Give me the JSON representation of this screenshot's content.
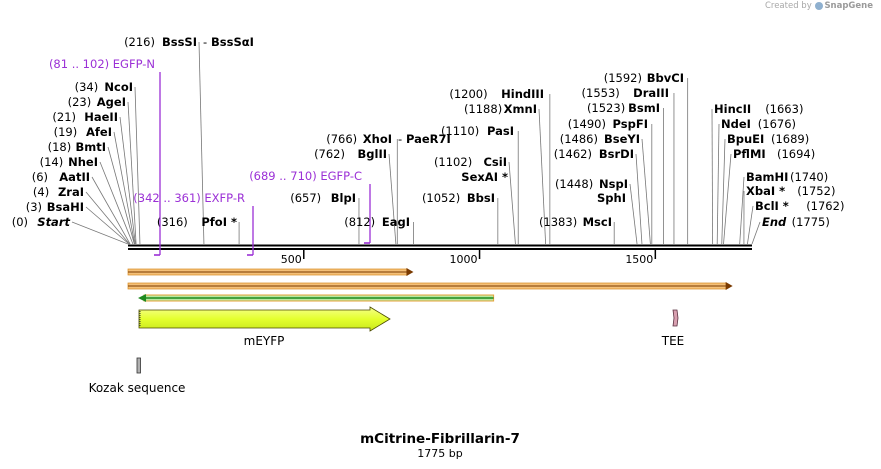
{
  "credit": {
    "prefix": "Created by",
    "brand": "SnapGene"
  },
  "map": {
    "name": "mCitrine-Fibrillarin-7",
    "length_label": "1775 bp",
    "total_bp": 1775,
    "ticks": [
      500,
      1000,
      1500
    ]
  },
  "sites": [
    {
      "pos": 0,
      "pos_label": "(0)",
      "name": "Start",
      "style": "italic",
      "side": "left"
    },
    {
      "pos": 3,
      "pos_label": "(3)",
      "name": "BsaHI",
      "style": "bold",
      "side": "left"
    },
    {
      "pos": 4,
      "pos_label": "(4)",
      "name": "ZraI",
      "style": "bold",
      "side": "left"
    },
    {
      "pos": 6,
      "pos_label": "(6)",
      "name": "AatII",
      "style": "bold",
      "side": "left"
    },
    {
      "pos": 14,
      "pos_label": "(14)",
      "name": "NheI",
      "style": "bold",
      "side": "left"
    },
    {
      "pos": 18,
      "pos_label": "(18)",
      "name": "BmtI",
      "style": "bold",
      "side": "left"
    },
    {
      "pos": 19,
      "pos_label": "(19)",
      "name": "AfeI",
      "style": "bold",
      "side": "left"
    },
    {
      "pos": 21,
      "pos_label": "(21)",
      "name": "HaeII",
      "style": "bold",
      "side": "left"
    },
    {
      "pos": 23,
      "pos_label": "(23)",
      "name": "AgeI",
      "style": "bold",
      "side": "left"
    },
    {
      "pos": 34,
      "pos_label": "(34)",
      "name": "NcoI",
      "style": "bold",
      "side": "left"
    },
    {
      "pos": 216,
      "pos_label": "(216)",
      "name": "BssSI",
      "name2": "BssSαI",
      "style": "bold",
      "side": "left"
    },
    {
      "pos": 316,
      "pos_label": "(316)",
      "name": "PfoI *",
      "style": "bold",
      "side": "left"
    },
    {
      "pos": 657,
      "pos_label": "(657)",
      "name": "BlpI",
      "style": "bold",
      "side": "left"
    },
    {
      "pos": 762,
      "pos_label": "(762)",
      "name": "BglII",
      "style": "bold",
      "side": "left"
    },
    {
      "pos": 766,
      "pos_label": "(766)",
      "name": "XhoI",
      "name2": "PaeR7I",
      "style": "bold",
      "side": "left"
    },
    {
      "pos": 812,
      "pos_label": "(812)",
      "name": "EagI",
      "style": "bold",
      "side": "left"
    },
    {
      "pos": 1052,
      "pos_label": "(1052)",
      "name": "BbsI",
      "style": "bold",
      "side": "left"
    },
    {
      "pos": 1102,
      "pos_label": "(1102)",
      "name": "CsiI",
      "style": "bold",
      "side": "left"
    },
    {
      "pos": 1102,
      "pos_label": "",
      "name": "SexAI *",
      "style": "bold",
      "side": "left"
    },
    {
      "pos": 1110,
      "pos_label": "(1110)",
      "name": "PasI",
      "style": "bold",
      "side": "left"
    },
    {
      "pos": 1188,
      "pos_label": "(1188)",
      "name": "XmnI",
      "style": "bold",
      "side": "left"
    },
    {
      "pos": 1200,
      "pos_label": "(1200)",
      "name": "HindIII",
      "style": "bold",
      "side": "left"
    },
    {
      "pos": 1383,
      "pos_label": "(1383)",
      "name": "MscI",
      "style": "bold",
      "side": "left"
    },
    {
      "pos": 1448,
      "pos_label": "(1448)",
      "name": "NspI",
      "style": "bold",
      "side": "left"
    },
    {
      "pos": 1448,
      "pos_label": "",
      "name": "SphI",
      "style": "bold",
      "side": "left"
    },
    {
      "pos": 1462,
      "pos_label": "(1462)",
      "name": "BsrDI",
      "style": "bold",
      "side": "left"
    },
    {
      "pos": 1486,
      "pos_label": "(1486)",
      "name": "BseYI",
      "style": "bold",
      "side": "left"
    },
    {
      "pos": 1490,
      "pos_label": "(1490)",
      "name": "PspFI",
      "style": "bold",
      "side": "left"
    },
    {
      "pos": 1523,
      "pos_label": "(1523)",
      "name": "BsmI",
      "style": "bold",
      "side": "left"
    },
    {
      "pos": 1553,
      "pos_label": "(1553)",
      "name": "DraIII",
      "style": "bold",
      "side": "left"
    },
    {
      "pos": 1592,
      "pos_label": "(1592)",
      "name": "BbvCI",
      "style": "bold",
      "side": "left"
    },
    {
      "pos": 1663,
      "pos_label": "(1663)",
      "name": "HincII",
      "style": "bold",
      "side": "right"
    },
    {
      "pos": 1676,
      "pos_label": "(1676)",
      "name": "NdeI",
      "style": "bold",
      "side": "right"
    },
    {
      "pos": 1689,
      "pos_label": "(1689)",
      "name": "BpuEI",
      "style": "bold",
      "side": "right"
    },
    {
      "pos": 1694,
      "pos_label": "(1694)",
      "name": "PflMI",
      "style": "bold",
      "side": "right"
    },
    {
      "pos": 1740,
      "pos_label": "(1740)",
      "name": "BamHI",
      "style": "bold",
      "side": "right"
    },
    {
      "pos": 1752,
      "pos_label": "(1752)",
      "name": "XbaI *",
      "style": "bold",
      "side": "right"
    },
    {
      "pos": 1762,
      "pos_label": "(1762)",
      "name": "BclI *",
      "style": "bold",
      "side": "right"
    },
    {
      "pos": 1775,
      "pos_label": "(1775)",
      "name": "End",
      "style": "italic",
      "side": "right"
    }
  ],
  "primers": [
    {
      "range_label": "(81 .. 102)",
      "name": "EGFP-N",
      "start": 81,
      "end": 102,
      "direction": "reverse"
    },
    {
      "range_label": "(342 .. 361)",
      "name": "EXFP-R",
      "start": 342,
      "end": 361,
      "direction": "reverse"
    },
    {
      "range_label": "(689 .. 710)",
      "name": "EGFP-C",
      "start": 689,
      "end": 710,
      "direction": "forward"
    }
  ],
  "features": [
    {
      "name": "",
      "type": "orange-arrow",
      "start": 0,
      "end": 812,
      "color": "#f0a040"
    },
    {
      "name": "",
      "type": "orange-arrow",
      "start": 0,
      "end": 1720,
      "color": "#f0a040"
    },
    {
      "name": "",
      "type": "green-arrow-reverse",
      "start": 20,
      "end": 1040,
      "color": "#2a9a2a"
    },
    {
      "name": "mEYFP",
      "type": "cds",
      "start": 34,
      "end": 742,
      "color": "#e8ff3a"
    },
    {
      "name": "TEE",
      "type": "small",
      "start": 1538,
      "end": 1551,
      "color": "#d8a0b0"
    },
    {
      "name": "Kozak sequence",
      "type": "small",
      "start": 28,
      "end": 34,
      "color": "#a8a8a8"
    }
  ]
}
